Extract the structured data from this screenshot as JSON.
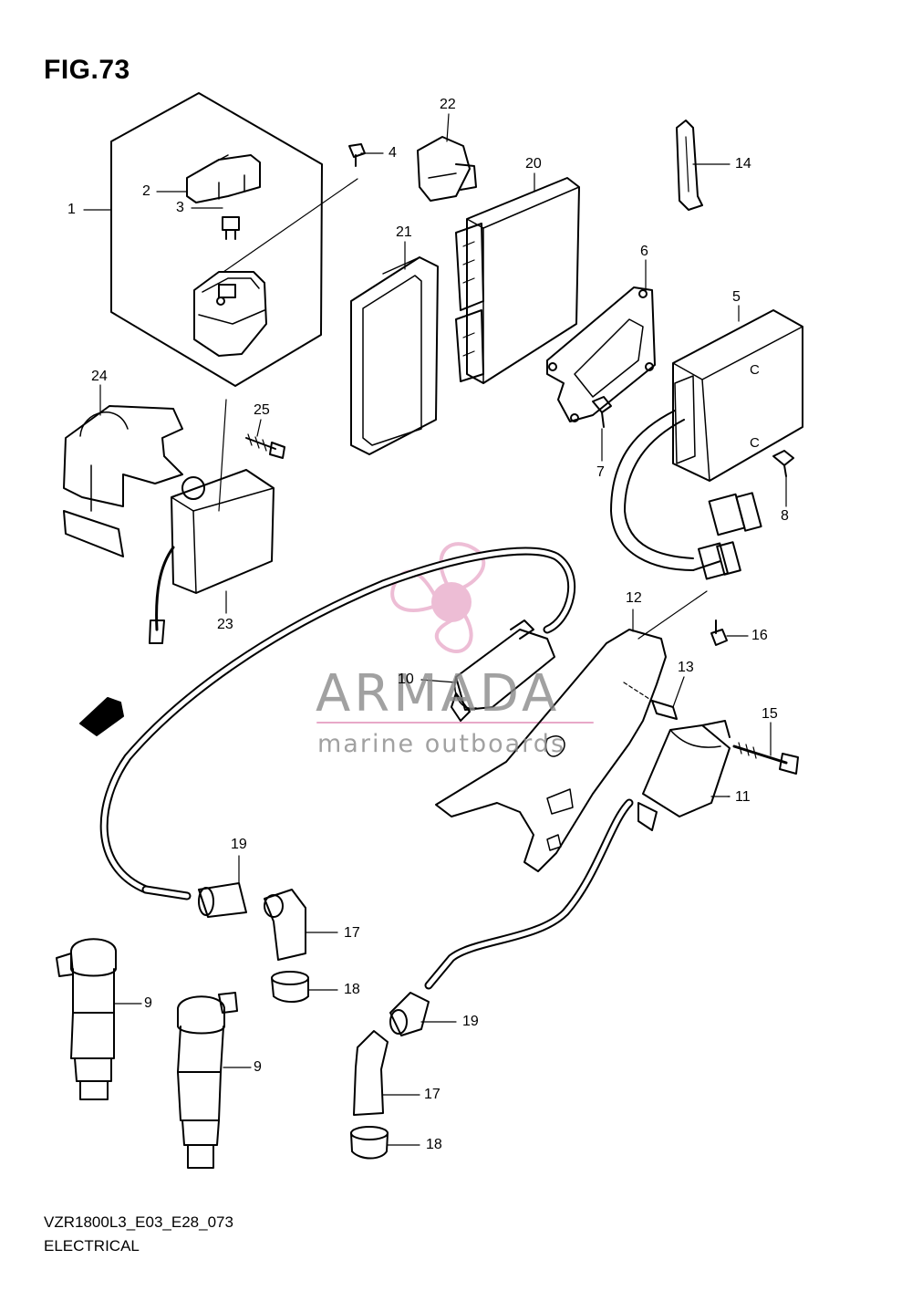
{
  "figure": {
    "title": "FIG.73",
    "model_code": "VZR1800L3_E03_E28_073",
    "section": "ELECTRICAL"
  },
  "watermark": {
    "name": "ARMADA",
    "tagline": "marine outboards",
    "color": "#e8a8c8"
  },
  "direction_arrow": {
    "label": "FWD"
  },
  "callouts": [
    {
      "id": "1",
      "label": "1"
    },
    {
      "id": "2",
      "label": "2"
    },
    {
      "id": "3",
      "label": "3"
    },
    {
      "id": "4",
      "label": "4"
    },
    {
      "id": "5",
      "label": "5"
    },
    {
      "id": "6",
      "label": "6"
    },
    {
      "id": "7",
      "label": "7"
    },
    {
      "id": "8",
      "label": "8"
    },
    {
      "id": "9a",
      "label": "9"
    },
    {
      "id": "9b",
      "label": "9"
    },
    {
      "id": "10",
      "label": "10"
    },
    {
      "id": "11",
      "label": "11"
    },
    {
      "id": "12",
      "label": "12"
    },
    {
      "id": "13",
      "label": "13"
    },
    {
      "id": "14",
      "label": "14"
    },
    {
      "id": "15",
      "label": "15"
    },
    {
      "id": "16",
      "label": "16"
    },
    {
      "id": "17a",
      "label": "17"
    },
    {
      "id": "17b",
      "label": "17"
    },
    {
      "id": "18a",
      "label": "18"
    },
    {
      "id": "18b",
      "label": "18"
    },
    {
      "id": "19a",
      "label": "19"
    },
    {
      "id": "19b",
      "label": "19"
    },
    {
      "id": "20",
      "label": "20"
    },
    {
      "id": "21",
      "label": "21"
    },
    {
      "id": "22",
      "label": "22"
    },
    {
      "id": "23",
      "label": "23"
    },
    {
      "id": "24",
      "label": "24"
    },
    {
      "id": "25",
      "label": "25"
    }
  ],
  "ecm_marks": [
    "C",
    "C"
  ]
}
